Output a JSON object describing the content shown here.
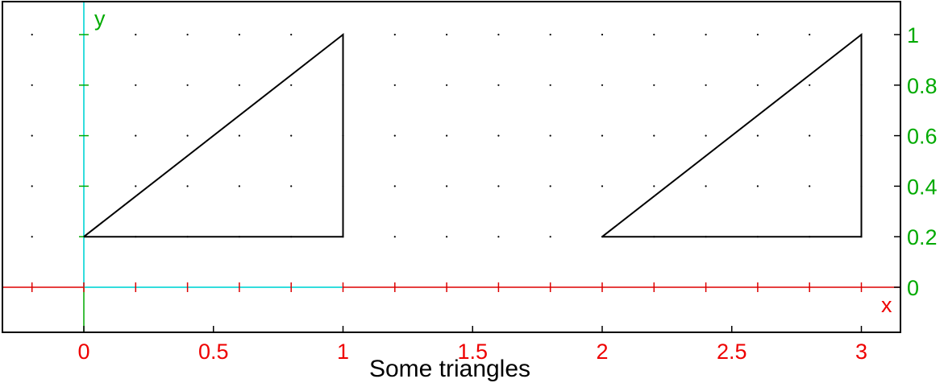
{
  "chart_data": {
    "type": "line",
    "title": "Some triangles",
    "xlabel": "x",
    "ylabel": "y",
    "xlim": [
      -0.3,
      3.15
    ],
    "ylim": [
      -0.18,
      1.13
    ],
    "x_ticks": [
      0,
      0.5,
      1,
      1.5,
      2,
      2.5,
      3
    ],
    "x_tick_labels": [
      "0",
      "0.5",
      "1",
      "1.5",
      "2",
      "2.5",
      "3"
    ],
    "y_ticks": [
      0,
      0.2,
      0.4,
      0.6,
      0.8,
      1
    ],
    "y_tick_labels": [
      "0",
      "0.2",
      "0.4",
      "0.6",
      "0.8",
      "1"
    ],
    "grid": "dotted",
    "series": [
      {
        "points": [
          [
            0,
            0.2
          ],
          [
            1,
            0.2
          ],
          [
            1,
            1
          ],
          [
            0,
            0.2
          ]
        ]
      },
      {
        "points": [
          [
            2,
            0.2
          ],
          [
            3,
            0.2
          ],
          [
            3,
            1
          ],
          [
            2,
            0.2
          ]
        ]
      }
    ],
    "colors": {
      "x_axis": "#dd0000",
      "y_axis": "#00aa00",
      "highlight": "#33dddd",
      "x_tick_text": "#ee0000",
      "y_tick_text": "#00aa00",
      "shape": "#000000",
      "frame": "#000000"
    }
  }
}
